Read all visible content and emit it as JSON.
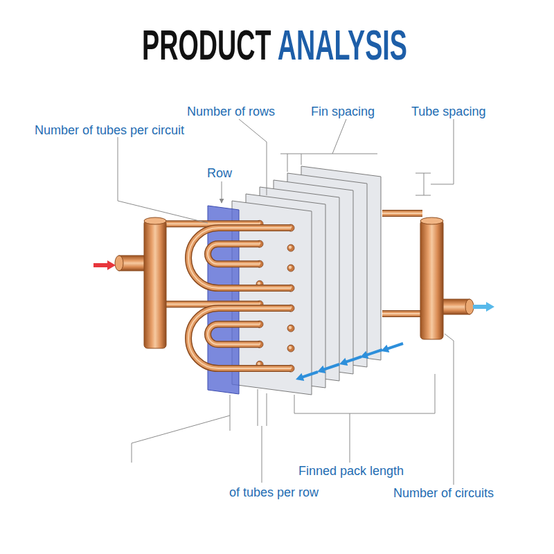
{
  "diagram": {
    "title": "PRODUCT ANALYSIS",
    "labels": [
      "Number of rows",
      "Fin spacing",
      "Tube spacing",
      "Number of tubes per circuit",
      "Row",
      "Finned pack length",
      "of tubes per row",
      "Number of circuits"
    ]
  }
}
